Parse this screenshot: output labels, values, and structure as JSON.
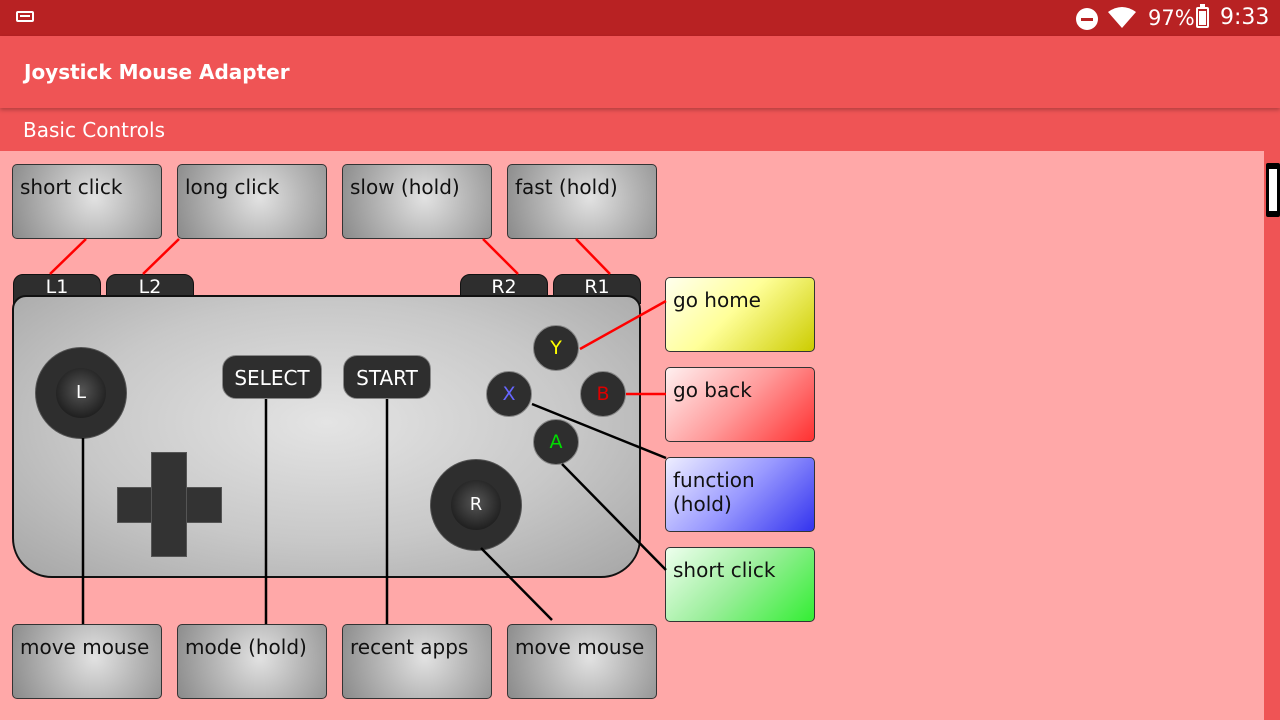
{
  "status_bar": {
    "battery": "97%",
    "time": "9:33",
    "icons": [
      "screen-icon",
      "do-not-disturb-icon",
      "wifi-icon",
      "battery-charging-icon"
    ]
  },
  "app": {
    "title": "Joystick Mouse Adapter"
  },
  "section": {
    "title": "Basic Controls"
  },
  "top_actions": [
    "short click",
    "long click",
    "slow (hold)",
    "fast (hold)"
  ],
  "shoulders": [
    "L1",
    "L2",
    "R2",
    "R1"
  ],
  "controller": {
    "left_stick": "L",
    "right_stick": "R",
    "select": "SELECT",
    "start": "START",
    "face": {
      "y": "Y",
      "x": "X",
      "b": "B",
      "a": "A"
    }
  },
  "face_actions": [
    "go home",
    "go back",
    "function\n(hold)",
    "short click"
  ],
  "bottom_actions": [
    "move mouse",
    "mode (hold)",
    "recent apps",
    "move mouse"
  ],
  "colors": {
    "status_bar": "#b82223",
    "app_bar": "#ef5455",
    "background": "#ffa8a8",
    "button_y": "#ffff00",
    "button_x": "#6666ff",
    "button_b": "#dd0000",
    "button_a": "#00dd00",
    "connector_red": "#ff0000"
  }
}
